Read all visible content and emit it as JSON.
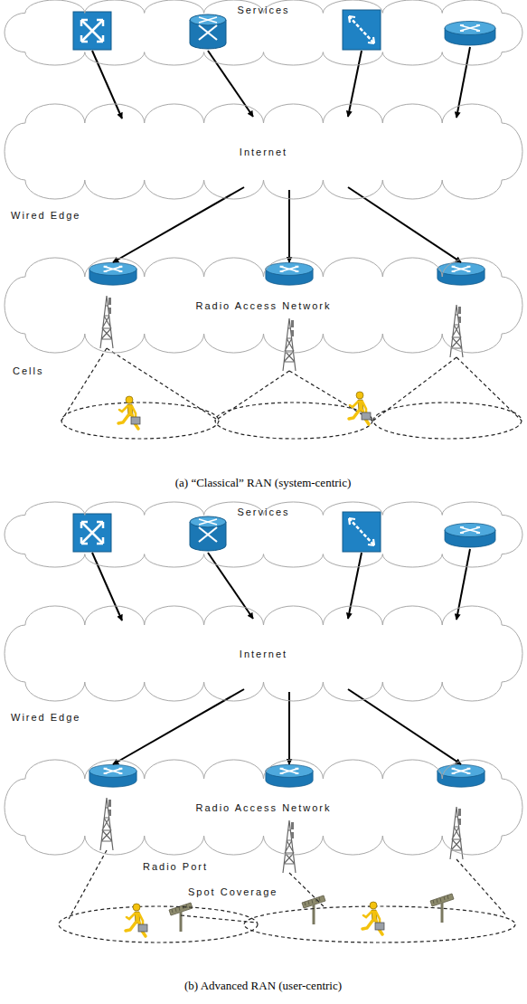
{
  "diagram": {
    "nodes": [
      {
        "text": [
          "Services"
        ]
      },
      {
        "text": [
          "Internet"
        ]
      },
      {
        "text": [
          "Radio Access Network"
        ]
      },
      {
        "text": [
          "Services"
        ]
      },
      {
        "text": [
          "Internet"
        ]
      },
      {
        "text": [
          "Radio Access Network"
        ]
      }
    ],
    "edges": [
      {
        "from": 0,
        "to": 1,
        "arrow": "to"
      },
      {
        "from": 0,
        "to": 1,
        "arrow": "to"
      },
      {
        "from": 0,
        "to": 1,
        "arrow": "to"
      },
      {
        "from": 0,
        "to": 1,
        "arrow": "to"
      },
      {
        "from": 1,
        "to": 2,
        "arrow": "to"
      },
      {
        "from": 1,
        "to": 2,
        "arrow": "to"
      },
      {
        "from": 1,
        "to": 2,
        "arrow": "to"
      },
      {
        "from": 3,
        "to": 4,
        "arrow": "to"
      },
      {
        "from": 3,
        "to": 4,
        "arrow": "to"
      },
      {
        "from": 3,
        "to": 4,
        "arrow": "to"
      },
      {
        "from": 3,
        "to": 4,
        "arrow": "to"
      },
      {
        "from": 4,
        "to": 5,
        "arrow": "to"
      },
      {
        "from": 4,
        "to": 5,
        "arrow": "to"
      },
      {
        "from": 4,
        "to": 5,
        "arrow": "to"
      }
    ],
    "labels": [
      "Wired Edge",
      "Cells",
      "(a) “Classical” RAN (system-centric)",
      "Wired Edge",
      "Radio Port",
      "Spot Coverage",
      "(b) Advanced RAN (user-centric)"
    ]
  }
}
